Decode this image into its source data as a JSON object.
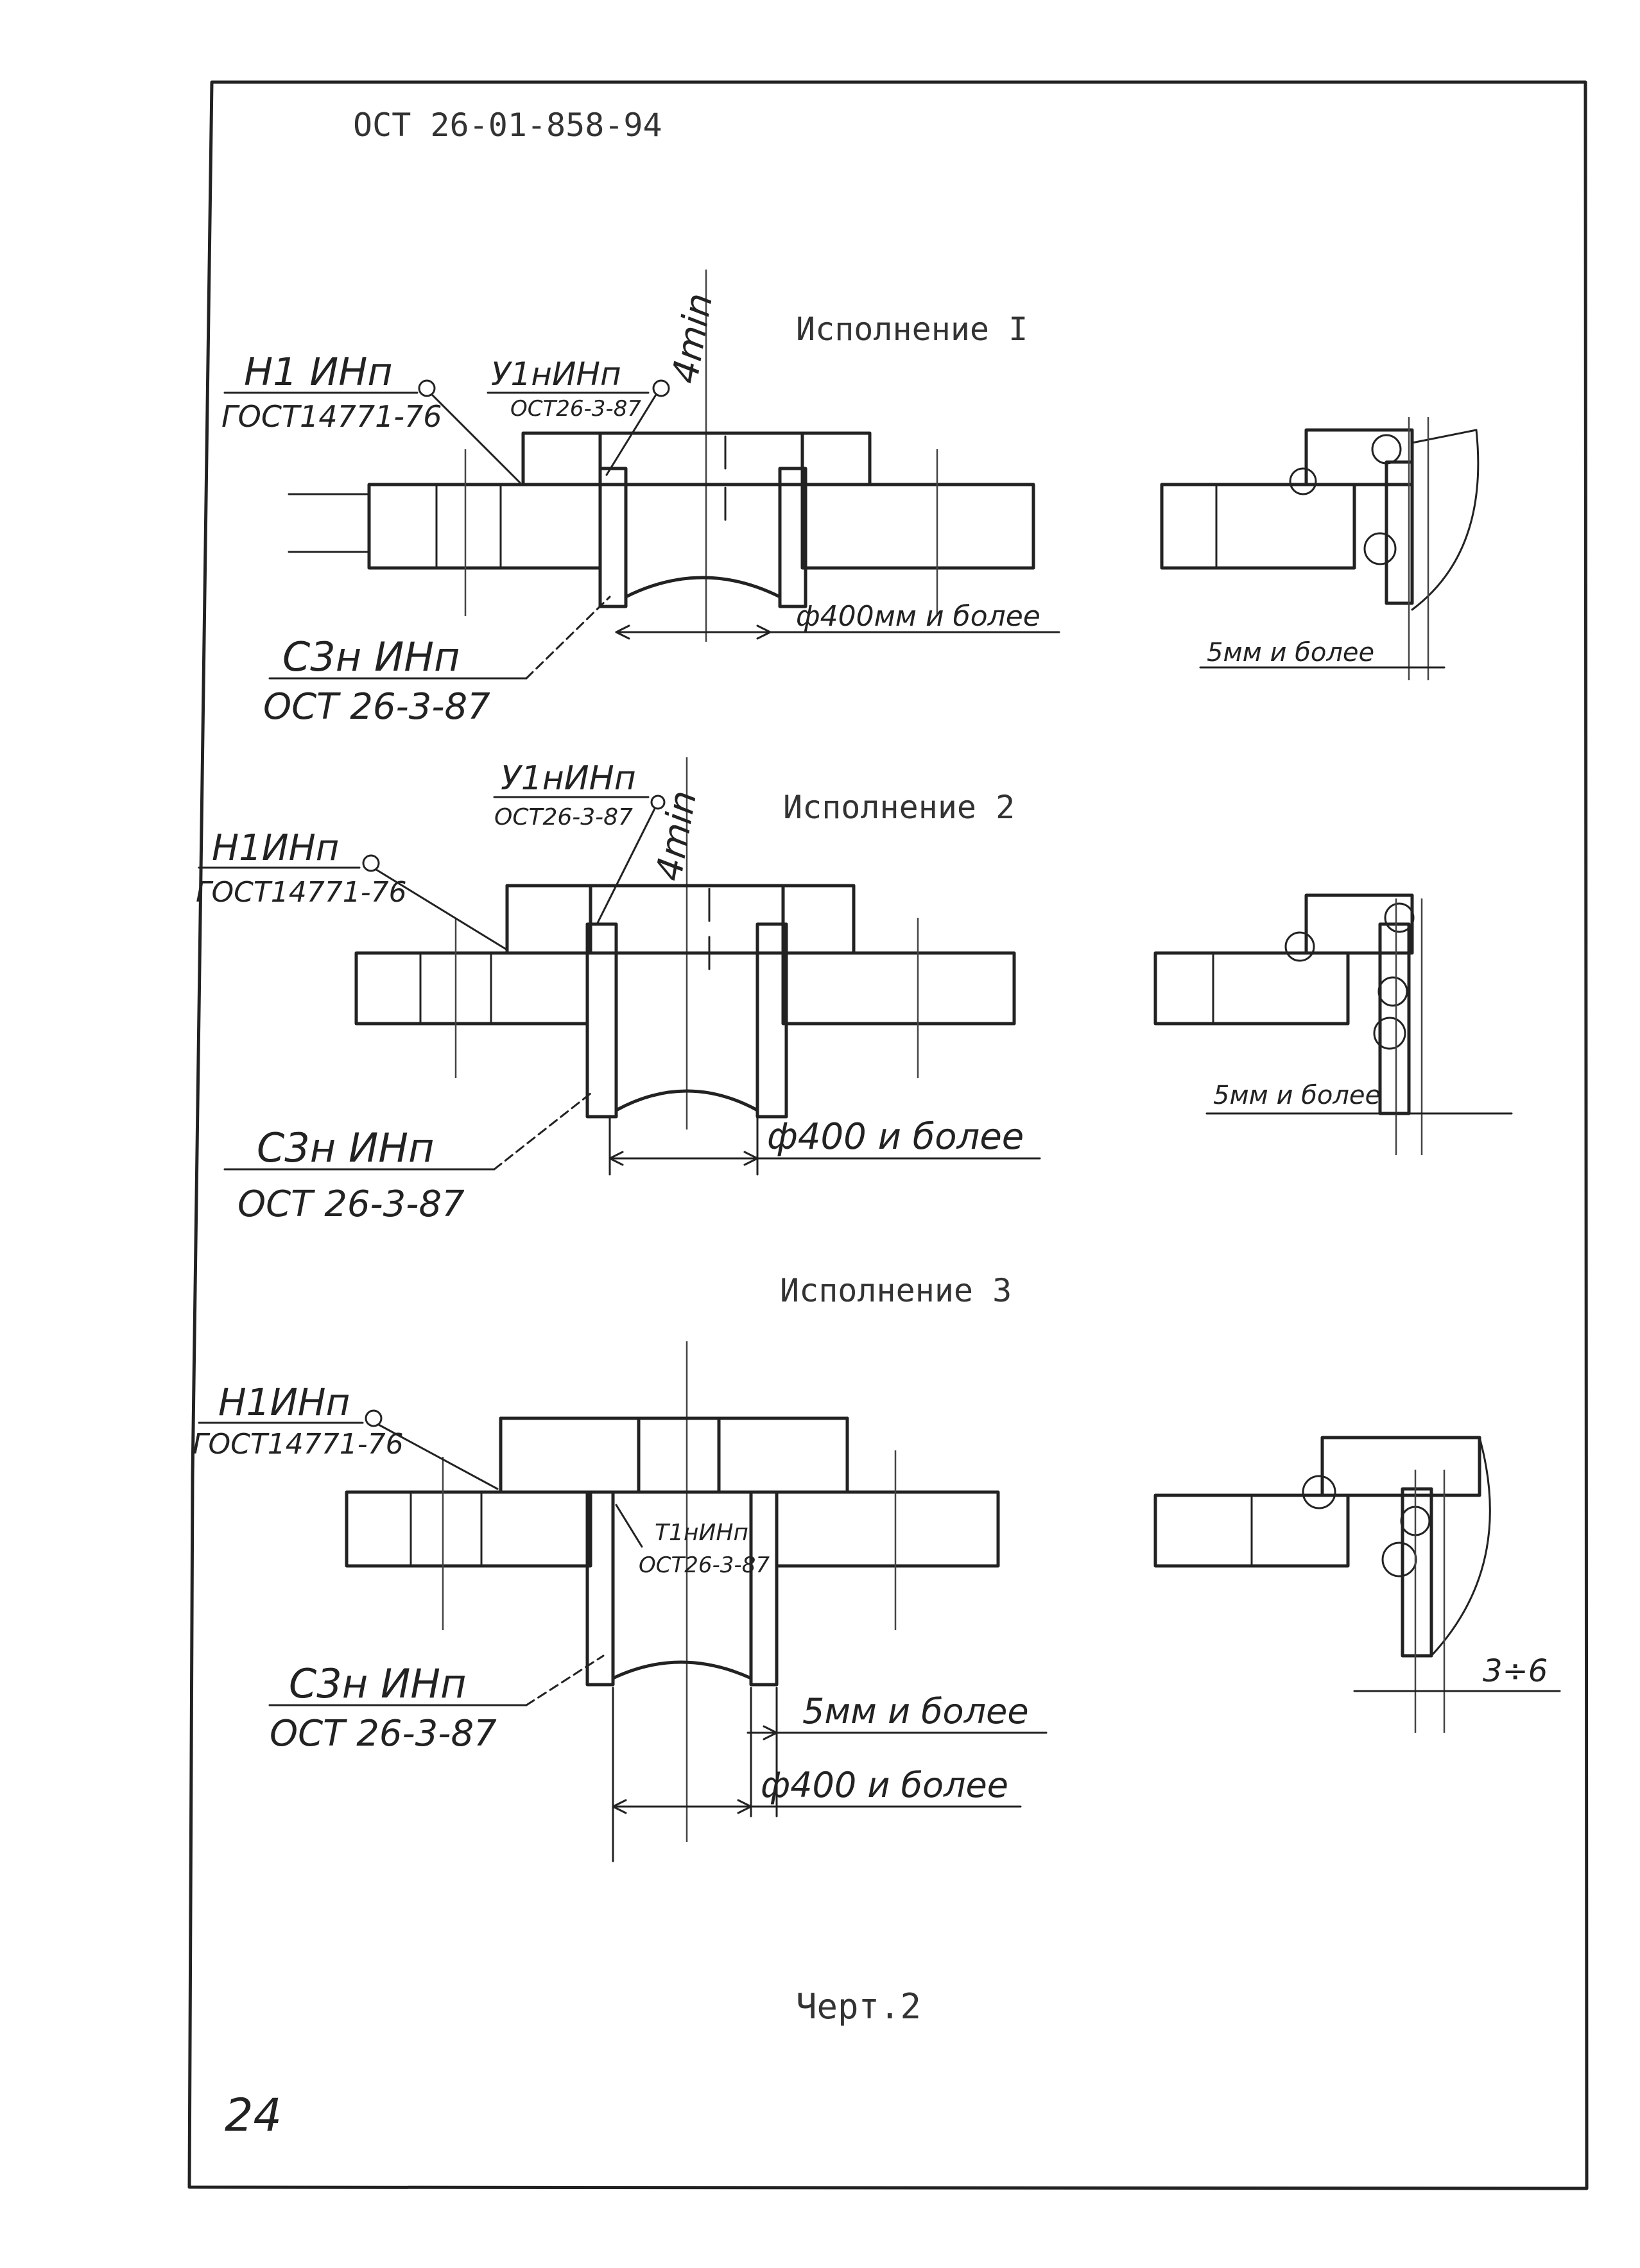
{
  "header": {
    "standard_code": "ОСТ 26-01-858-94"
  },
  "variants": [
    {
      "title": "Исполнение I",
      "weld_top_left": {
        "code": "Н1 ИНп",
        "standard": "ГОСТ14771-76"
      },
      "weld_top_mid": {
        "code": "У1нИНп",
        "standard": "ОСТ26-3-87"
      },
      "weld_bottom": {
        "code": "С3н ИНп",
        "standard": "ОСТ 26-3-87"
      },
      "dimension_vertical": "4min",
      "dimension_diameter": "ф400мм и более",
      "detail_dimension": "5мм и более"
    },
    {
      "title": "Исполнение 2",
      "weld_top_left": {
        "code": "Н1ИНп",
        "standard": "ГОСТ14771-76"
      },
      "weld_top_mid": {
        "code": "У1нИНп",
        "standard": "ОСТ26-3-87"
      },
      "weld_bottom": {
        "code": "С3н ИНп",
        "standard": "ОСТ 26-3-87"
      },
      "dimension_vertical": "4min",
      "dimension_diameter": "ф400 и более",
      "detail_dimension": "5мм и более"
    },
    {
      "title": "Исполнение 3",
      "weld_top_left": {
        "code": "Н1ИНп",
        "standard": "ГОСТ14771-76"
      },
      "weld_inner": {
        "code": "Т1нИНп",
        "standard": "ОСТ26-3-87"
      },
      "weld_bottom": {
        "code": "С3н ИНп",
        "standard": "ОСТ 26-3-87"
      },
      "dimension_offset": "5мм и более",
      "dimension_diameter": "ф400 и более",
      "detail_dimension": "3÷6"
    }
  ],
  "caption": "Черт.2",
  "page_number": "24"
}
